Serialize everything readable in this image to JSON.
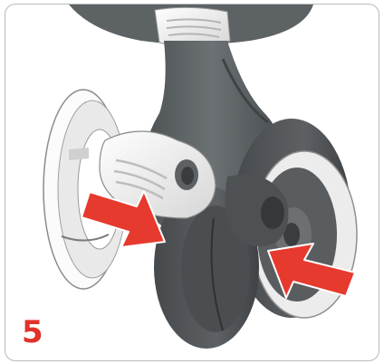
{
  "step": {
    "number": "5"
  },
  "palette": {
    "frame_border": "#b9b9b9",
    "arrow_red": "#e63a2e",
    "step_red": "#e0332a",
    "body_dark": "#555a5d",
    "body_mid": "#6e7376",
    "tire": "#4f5356",
    "hub_light": "#f1f1f1"
  },
  "arrows": [
    {
      "name": "left-push-arrow",
      "direction": "inward-right"
    },
    {
      "name": "right-push-arrow",
      "direction": "inward-left"
    }
  ]
}
